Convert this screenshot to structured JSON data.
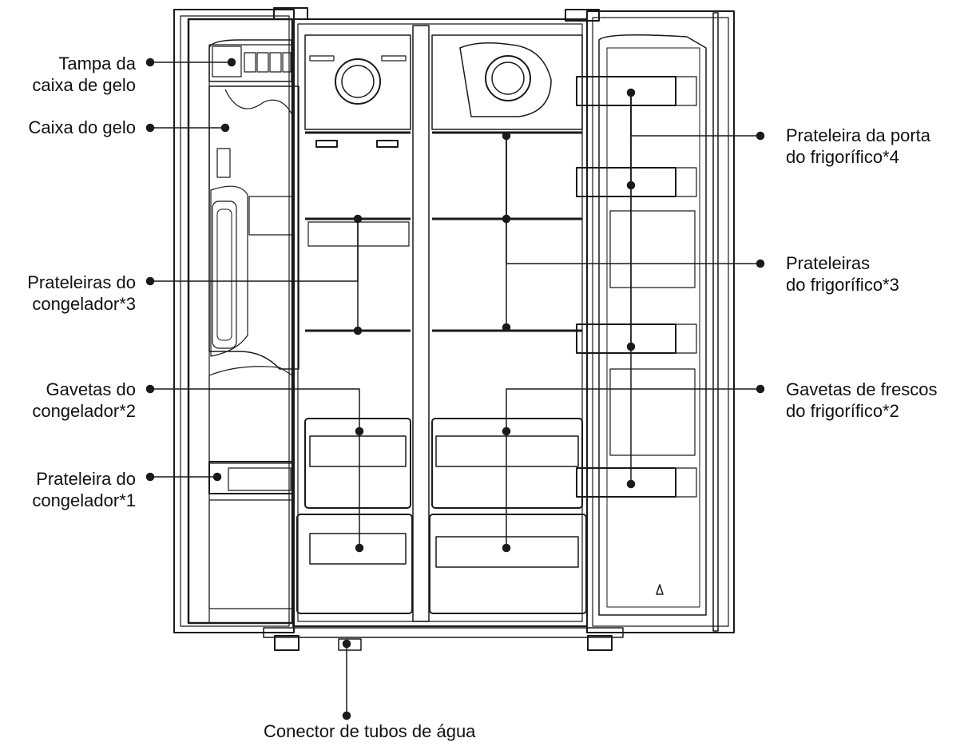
{
  "colors": {
    "line": "#1a1a1a",
    "text": "#111111",
    "background": "#ffffff"
  },
  "labels": {
    "ice_box_cover": [
      "Tampa da",
      "caixa de gelo"
    ],
    "ice_box": [
      "Caixa do gelo"
    ],
    "freezer_shelves": [
      "Prateleiras do",
      "congelador*3"
    ],
    "freezer_drawers": [
      "Gavetas do",
      "congelador*2"
    ],
    "freezer_shelf": [
      "Prateleira do",
      "congelador*1"
    ],
    "fridge_door_shelf": [
      "Prateleira da porta",
      "do frigorífico*4"
    ],
    "fridge_shelves": [
      "Prateleiras",
      "do frigorífico*3"
    ],
    "fridge_crisper_drawers": [
      "Gavetas de frescos",
      "do frigorífico*2"
    ],
    "water_tube_connector": [
      "Conector de tubos de água"
    ]
  }
}
